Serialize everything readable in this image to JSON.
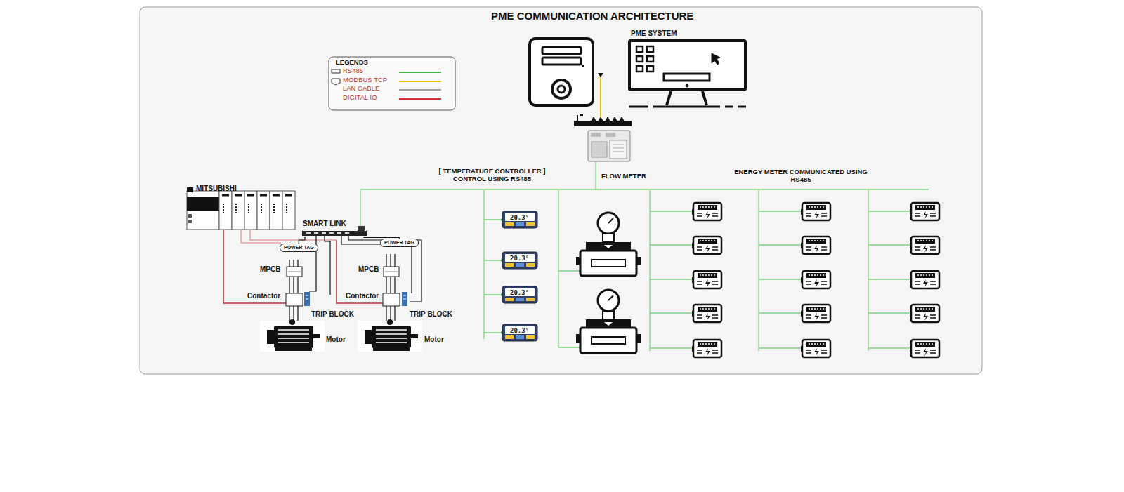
{
  "diagram": {
    "title": "PME COMMUNICATION ARCHITECTURE",
    "nodes": [
      {
        "text": [
          "PME SYSTEM"
        ]
      },
      {
        "text": [
          "MITSUBISHI"
        ]
      },
      {
        "text": [
          "SMART LINK"
        ]
      },
      {
        "text": [
          "POWER TAG"
        ]
      },
      {
        "text": [
          "POWER TAG"
        ]
      }
    ],
    "edges": [
      {
        "from": 2,
        "to": 3,
        "arrow": "none"
      },
      {
        "from": 2,
        "to": 4,
        "arrow": "none"
      }
    ],
    "labels": [
      "LEGENDS",
      "[ TEMPERATURE CONTROLLER ] CONTROL USING RS485",
      "FLOW METER",
      "ENERGY METER COMMUNICATED USING RS485",
      "20.3°",
      "20.3°",
      "20.3°",
      "20.3°",
      "MPCB",
      "MPCB",
      "Contactor",
      "Contactor",
      "TRIP BLOCK",
      "TRIP BLOCK",
      "Motor",
      "Motor"
    ],
    "legend": [
      {
        "text": "RS485",
        "color": "#4caf50"
      },
      {
        "text": "MODBUS TCP",
        "color": "#e6c200"
      },
      {
        "text": "LAN CABLE",
        "color": "#a0a0a0"
      },
      {
        "text": "DIGITAL IO",
        "color": "#d32f2f"
      }
    ]
  }
}
